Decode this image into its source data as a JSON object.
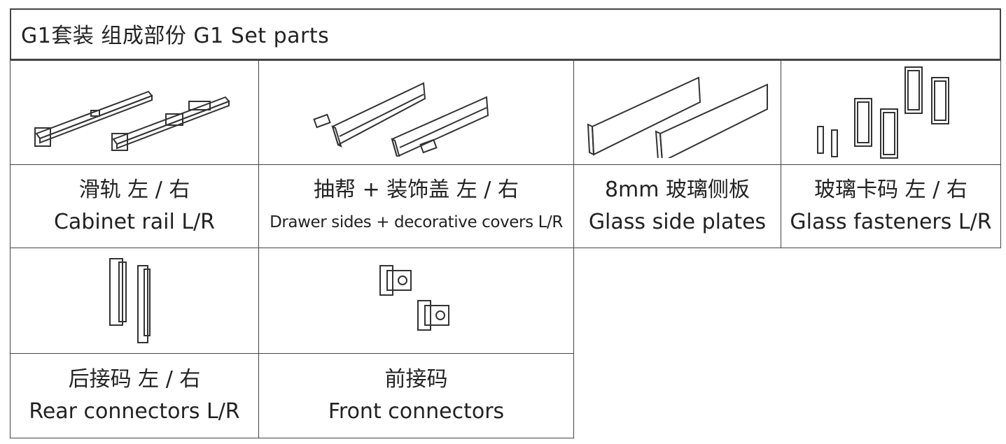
{
  "header": {
    "title": "G1套装  组成部份   G1 Set parts"
  },
  "parts": [
    {
      "cn": "滑轨 左 / 右",
      "en": "Cabinet rail  L/R",
      "image": "cabinet-rail-drawing"
    },
    {
      "cn": "抽帮 + 装饰盖 左 / 右",
      "en": "Drawer sides + decorative covers  L/R",
      "image": "drawer-sides-drawing"
    },
    {
      "cn": "8mm 玻璃侧板",
      "en": "Glass side plates",
      "image": "glass-side-plates-drawing"
    },
    {
      "cn": "玻璃卡码  左 / 右",
      "en": "Glass fasteners L/R",
      "image": "glass-fasteners-drawing"
    },
    {
      "cn": "后接码 左 / 右",
      "en": "Rear connectors  L/R",
      "image": "rear-connectors-drawing"
    },
    {
      "cn": "前接码",
      "en": "Front connectors",
      "image": "front-connectors-drawing"
    }
  ],
  "colors": {
    "line": "#444444",
    "text": "#222222",
    "background": "#ffffff"
  }
}
